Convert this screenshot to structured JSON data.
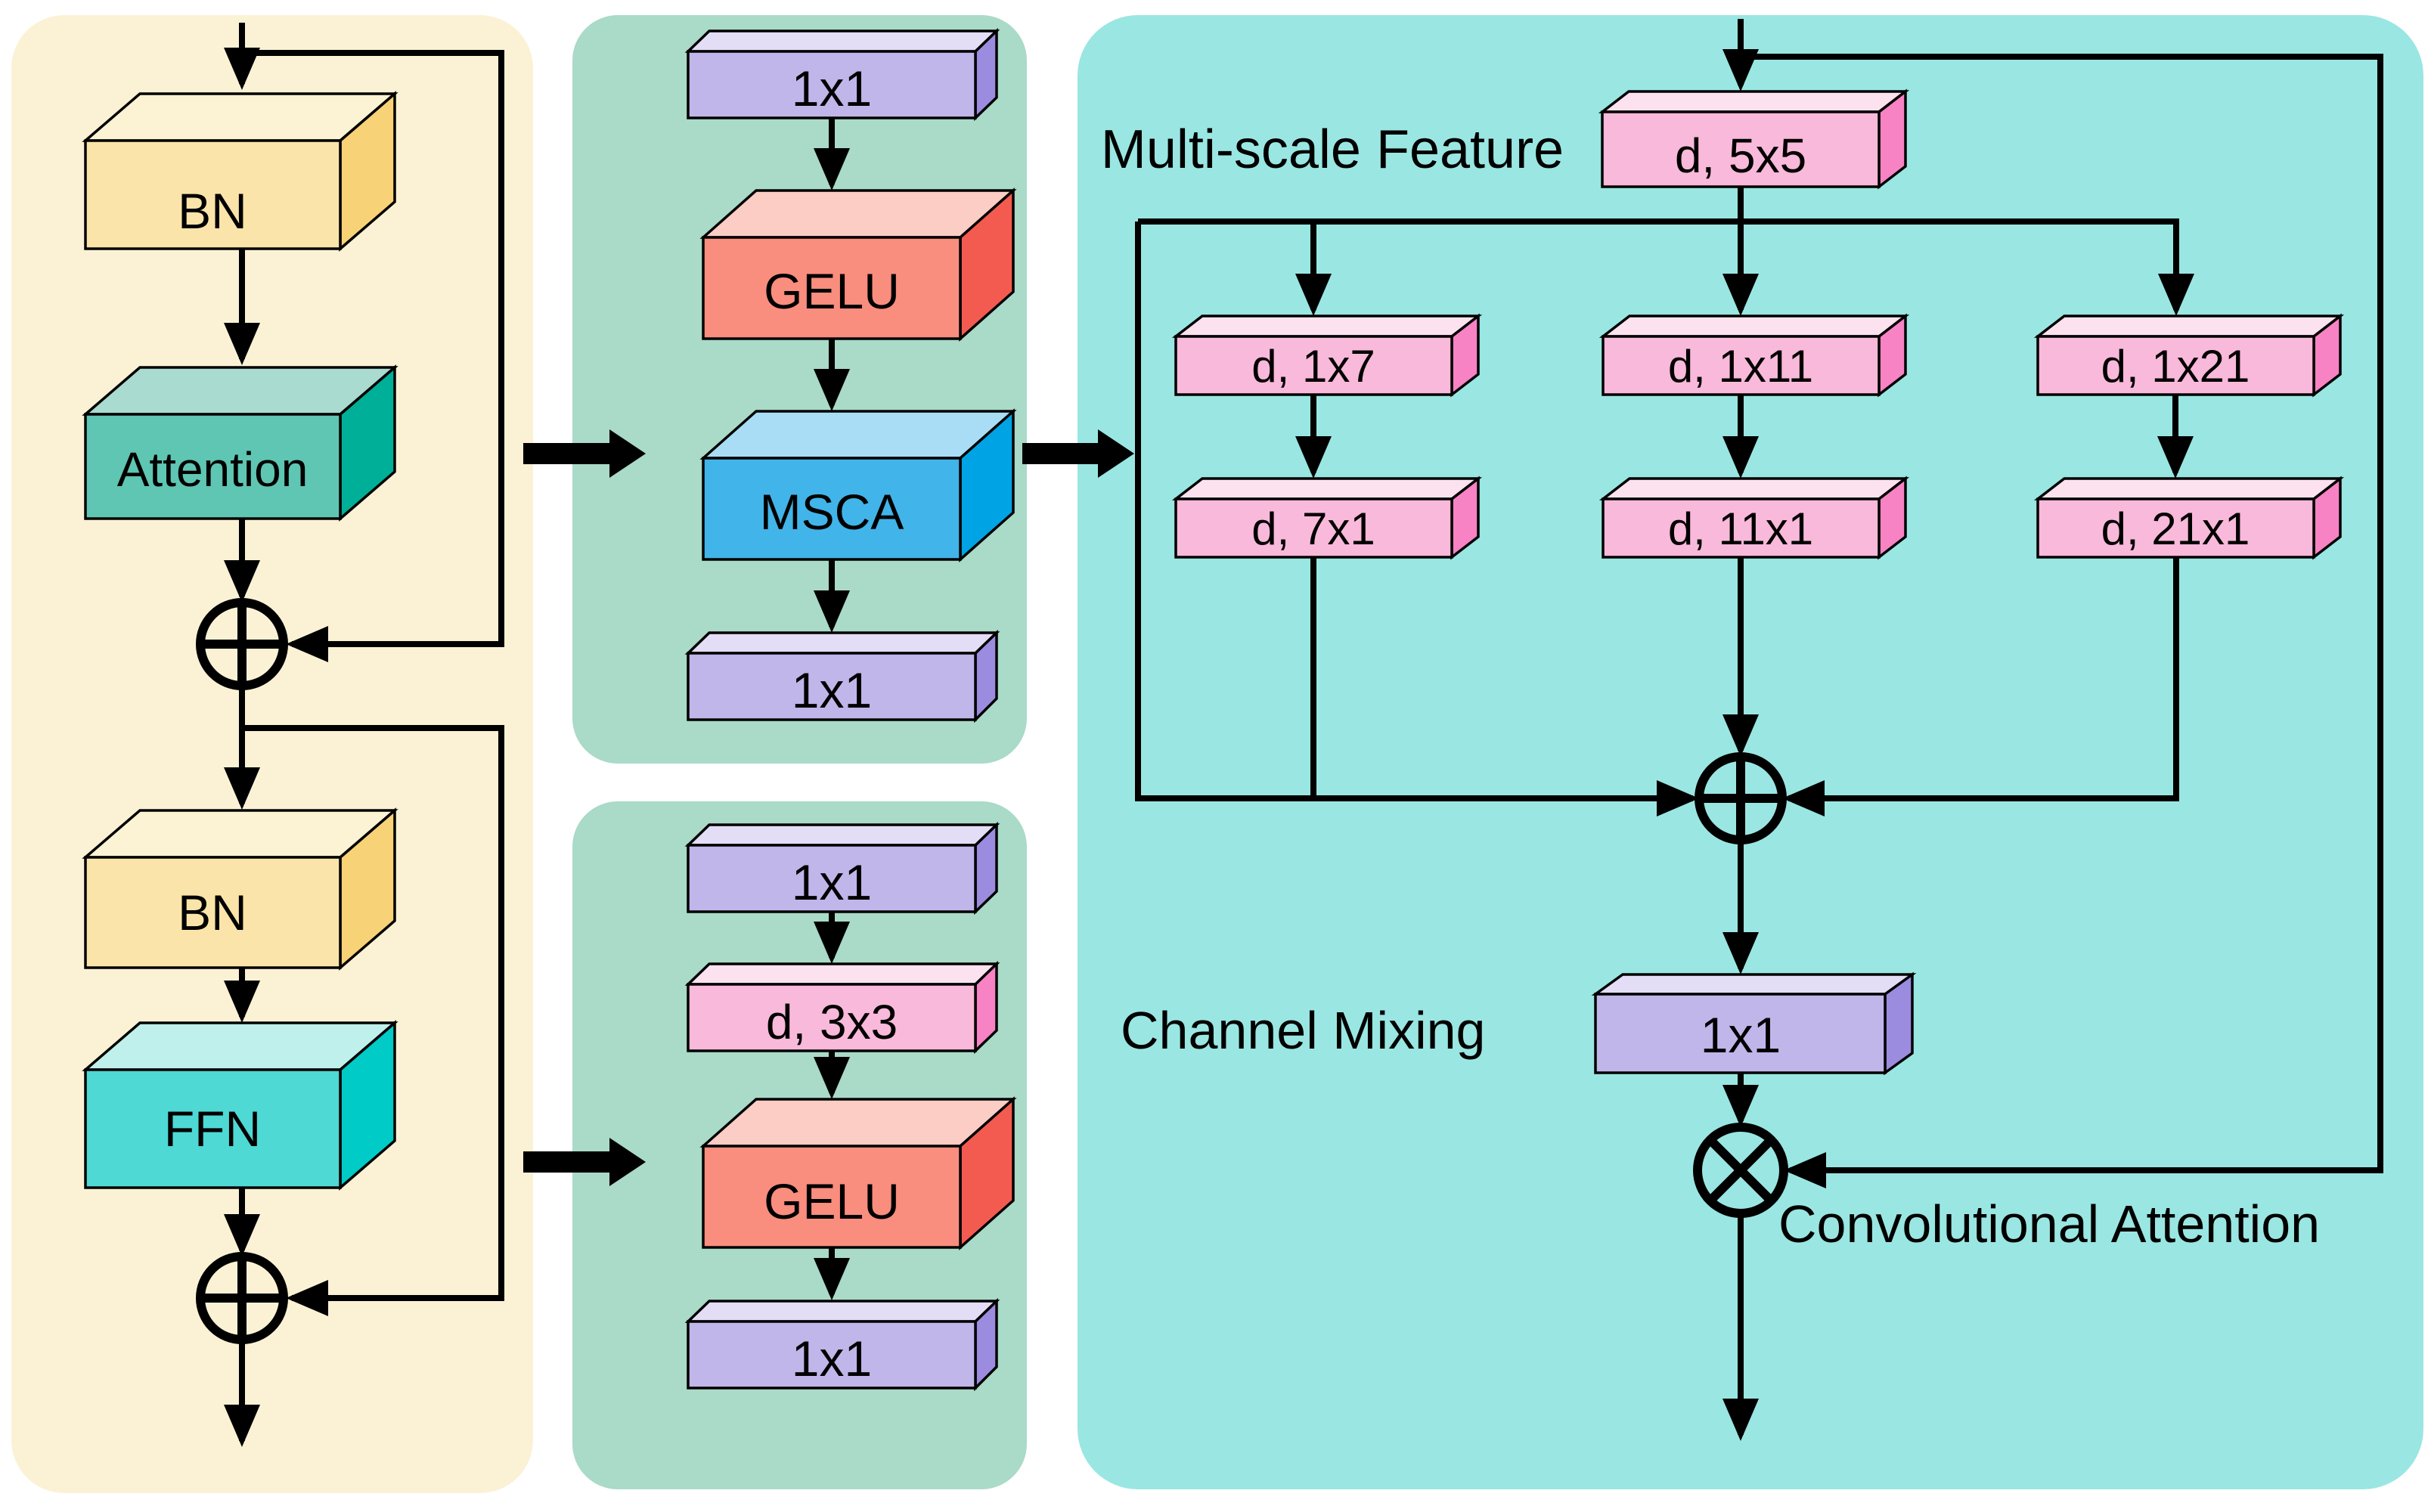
{
  "left_panel": {
    "bn_top": "BN",
    "attention": "Attention",
    "bn_bottom": "BN",
    "ffn": "FFN"
  },
  "attention_block": {
    "conv_in": "1x1",
    "gelu": "GELU",
    "msca": "MSCA",
    "conv_out": "1x1"
  },
  "ffn_block": {
    "conv_in": "1x1",
    "dwconv": "d, 3x3",
    "gelu": "GELU",
    "conv_out": "1x1"
  },
  "msca_block": {
    "label_multi_scale": "Multi-scale Feature",
    "label_channel_mixing": "Channel Mixing",
    "label_conv_attention": "Convolutional Attention",
    "dwconv": "d, 5x5",
    "branch1": {
      "conv_a": "d, 1x7",
      "conv_b": "d, 7x1"
    },
    "branch2": {
      "conv_a": "d, 1x11",
      "conv_b": "d, 11x1"
    },
    "branch3": {
      "conv_a": "d, 1x21",
      "conv_b": "d, 21x1"
    },
    "channel_mix_conv": "1x1"
  },
  "colors": {
    "page_bg": "#FFFFFF",
    "panel_left_bg": "#FBF2D5",
    "panel_middle_bg": "#AADAC8",
    "panel_right_bg": "#9AE6E2",
    "bn_front": "#FBE4A9",
    "bn_top": "#FBF3D4",
    "bn_side": "#F8D276",
    "attention_front": "#5EC6B2",
    "attention_top": "#A9DBD0",
    "attention_side": "#00AF97",
    "ffn_front": "#4ED9D5",
    "ffn_top": "#BFF0EC",
    "ffn_side": "#00CBC7",
    "conv_front": "#C0B6E9",
    "conv_top": "#E3DDF5",
    "conv_side": "#9C8CDF",
    "gelu_front": "#F98D7E",
    "gelu_top": "#FBCDC5",
    "gelu_side": "#F45B50",
    "msca_front": "#41B4E9",
    "msca_top": "#A9DDF5",
    "msca_side": "#00A4E4",
    "dw_front": "#F9B9DA",
    "dw_top": "#FCE2EF",
    "dw_side": "#F783C5",
    "line": "#000000"
  }
}
